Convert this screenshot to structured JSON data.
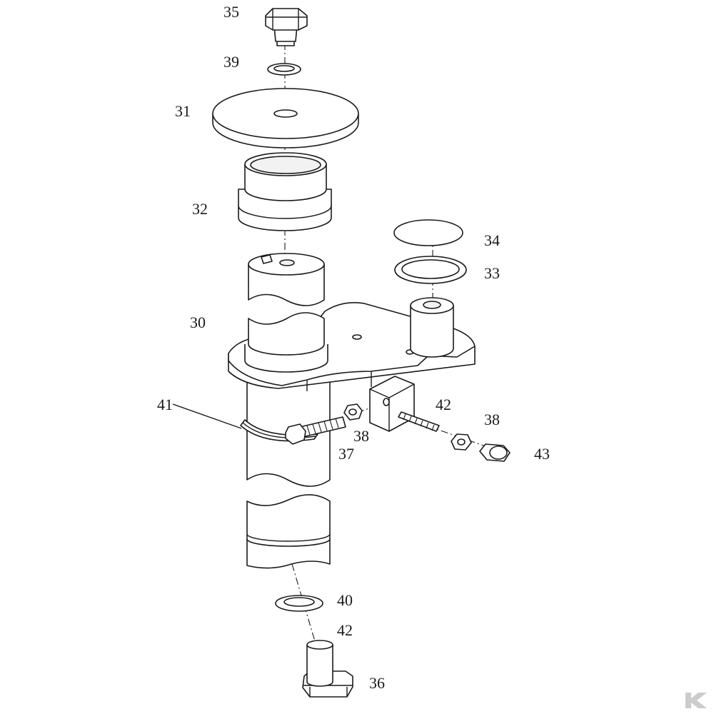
{
  "labels": {
    "p35": "35",
    "p39": "39",
    "p31": "31",
    "p32": "32",
    "p34": "34",
    "p33": "33",
    "p30": "30",
    "p41": "41",
    "p42a": "42",
    "p38a": "38",
    "p38b": "38",
    "p37": "37",
    "p43": "43",
    "p40": "40",
    "p42b": "42",
    "p36": "36"
  },
  "logo": {
    "icon": "k-logo-icon",
    "color": "#cccccc"
  }
}
